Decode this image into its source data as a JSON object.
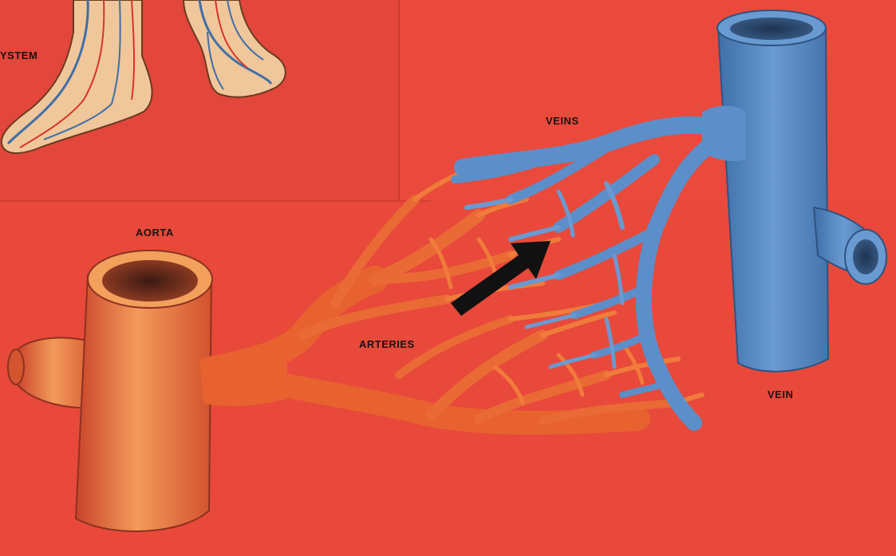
{
  "labels": {
    "system": "YSTEM",
    "veins": "VEINS",
    "aorta": "AORTA",
    "arteries": "ARTERIES",
    "vein": "VEIN"
  },
  "colors": {
    "background": "#e8493a",
    "upper_panel": "#e3463a",
    "artery": "#e8622f",
    "artery_light": "#f1a45a",
    "vein": "#5c8ec9",
    "vein_dark": "#3f6fa8",
    "arrow": "#111111"
  },
  "icons": {
    "flow_arrow": "arrow-up-right"
  }
}
